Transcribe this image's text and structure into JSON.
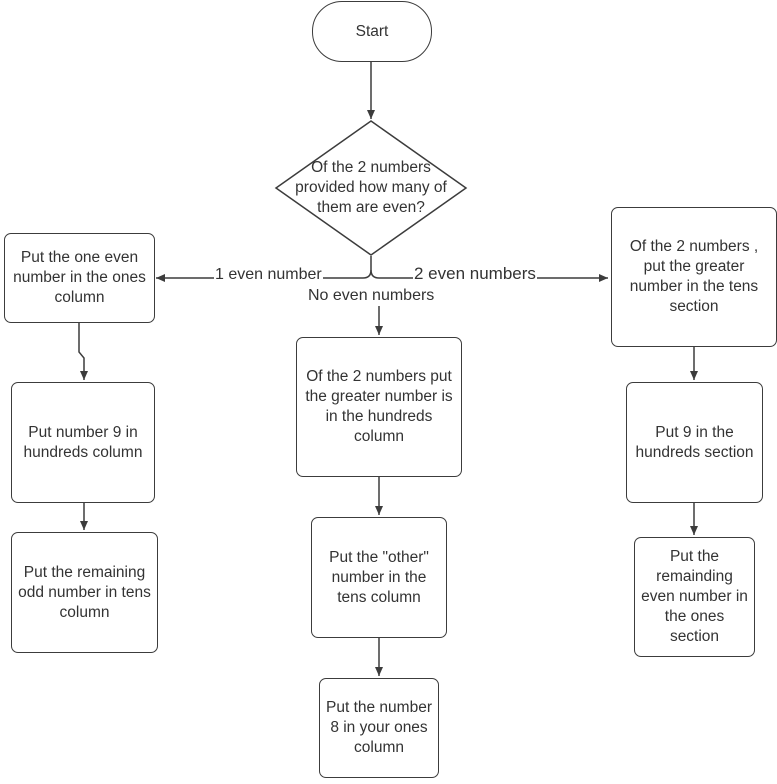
{
  "nodes": {
    "start": "Start",
    "decision": "Of the 2 numbers provided how many of them are even?",
    "left_1": "Put the one even number in the ones column",
    "left_2": "Put number 9 in hundreds column",
    "left_3": "Put the remaining odd number in tens column",
    "mid_1": "Of the 2 numbers put the greater number is in the hundreds column",
    "mid_2": "Put the \"other\" number in the tens column",
    "mid_3": "Put the number 8 in your ones column",
    "right_1": "Of the 2 numbers , put the greater number in the tens section",
    "right_2": "Put 9 in the hundreds section",
    "right_3": "Put the remainding even number in the ones section"
  },
  "edges": {
    "one_even": "1 even number",
    "two_even": "2 even numbers",
    "no_even": "No even numbers"
  },
  "colors": {
    "line": "#3c3c3c",
    "text": "#333333"
  }
}
